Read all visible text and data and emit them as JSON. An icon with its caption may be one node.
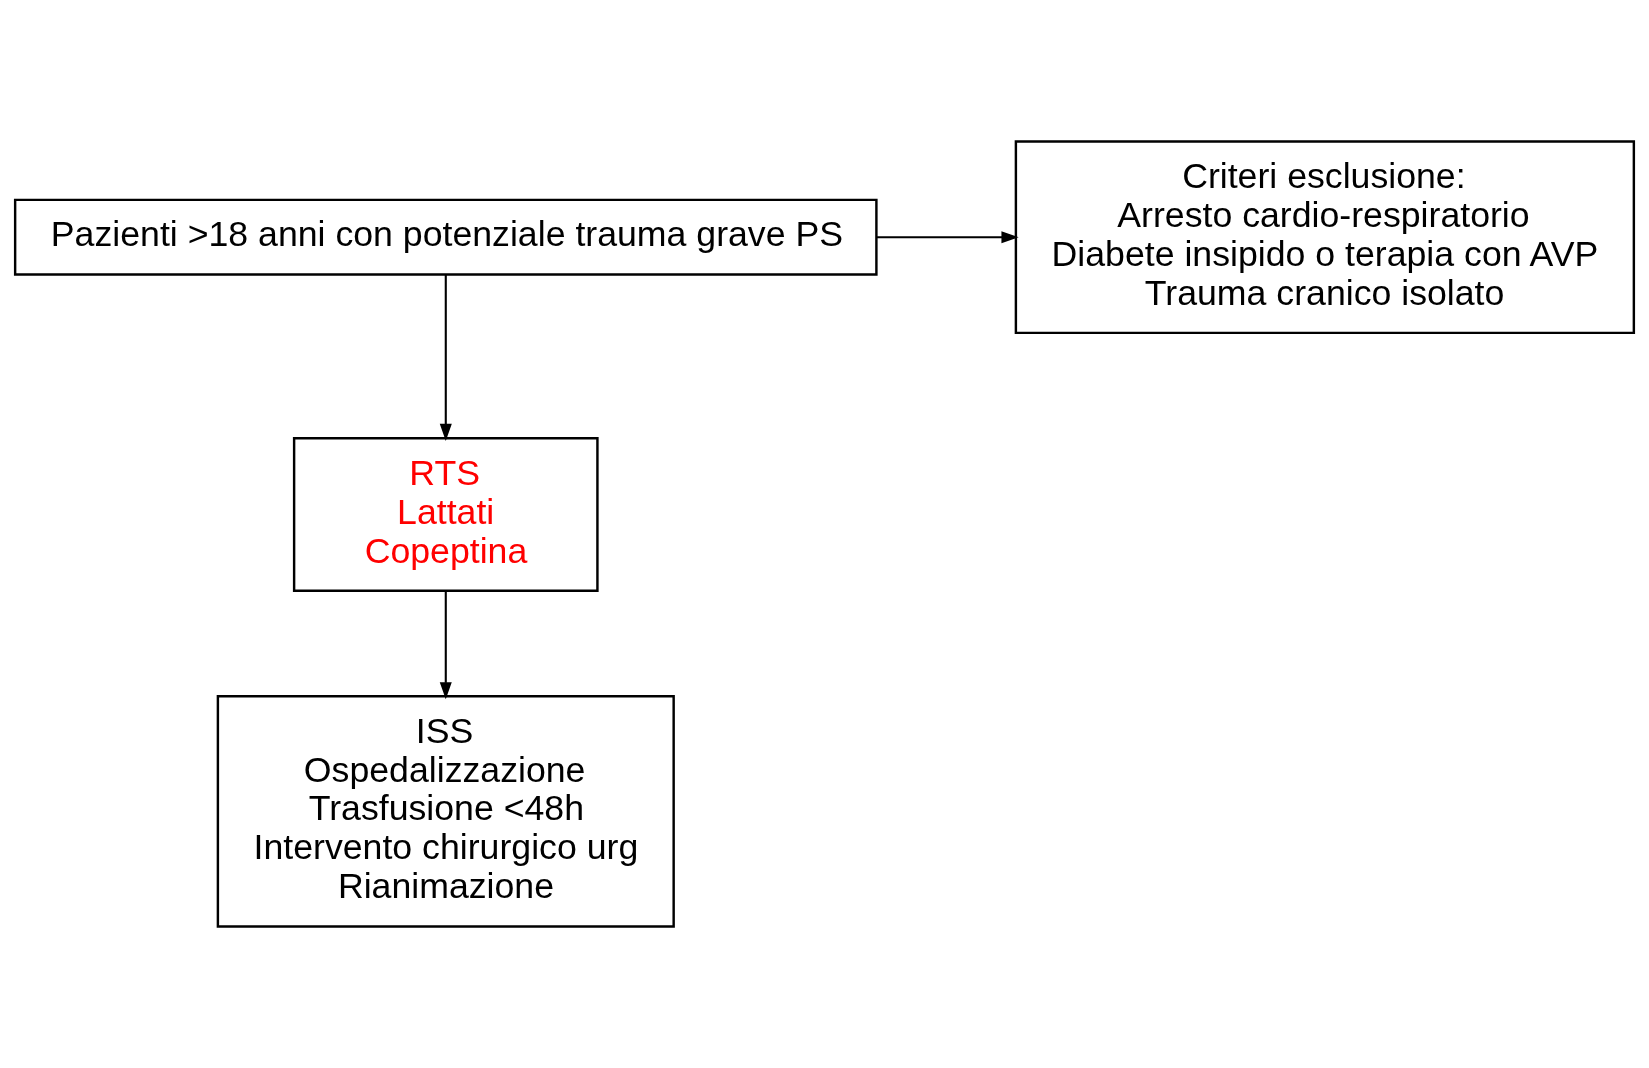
{
  "diagram": {
    "nodes": [
      {
        "text": [
          "Pazienti >18 anni con potenziale trauma grave PS"
        ]
      },
      {
        "text": [
          "Criteri esclusione:",
          "Arresto cardio-respiratorio",
          "Diabete insipido o terapia con AVP",
          "Trauma cranico isolato"
        ]
      },
      {
        "text": [
          "RTS",
          "Lattati",
          "Copeptina"
        ]
      },
      {
        "text": [
          "ISS",
          "Ospedalizzazione",
          "Trasfusione <48h",
          "Intervento chirurgico urg",
          "Rianimazione"
        ]
      }
    ],
    "edges": [
      {
        "from": 0,
        "to": 1,
        "arrow": "to"
      },
      {
        "from": 0,
        "to": 2,
        "arrow": "to"
      },
      {
        "from": 2,
        "to": 3,
        "arrow": "to"
      }
    ]
  }
}
